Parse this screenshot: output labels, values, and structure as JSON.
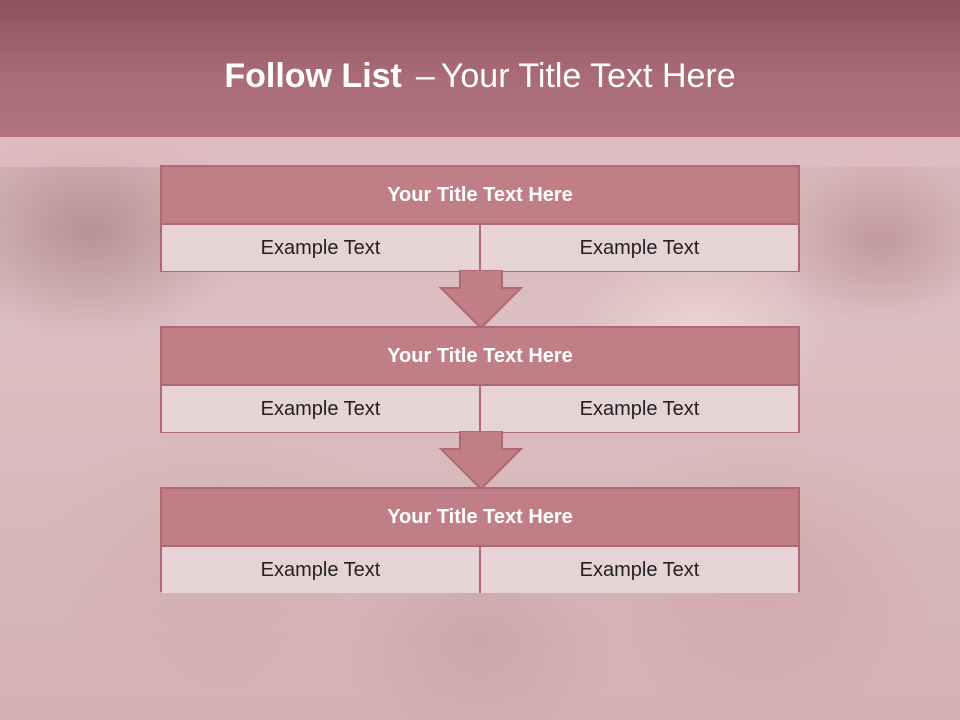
{
  "slide": {
    "title_bold": "Follow List",
    "title_separator": "–",
    "title_rest": "Your Title Text Here"
  },
  "steps": [
    {
      "title": "Your Title Text Here",
      "left": "Example Text",
      "right": "Example Text"
    },
    {
      "title": "Your Title Text Here",
      "left": "Example Text",
      "right": "Example Text"
    },
    {
      "title": "Your Title Text Here",
      "left": "Example Text",
      "right": "Example Text"
    }
  ],
  "colors": {
    "header": "#a96b75",
    "panel_title": "#c07f87",
    "panel_cell": "#e6d3d6",
    "border": "#b06873",
    "arrow": "#c07f87"
  }
}
